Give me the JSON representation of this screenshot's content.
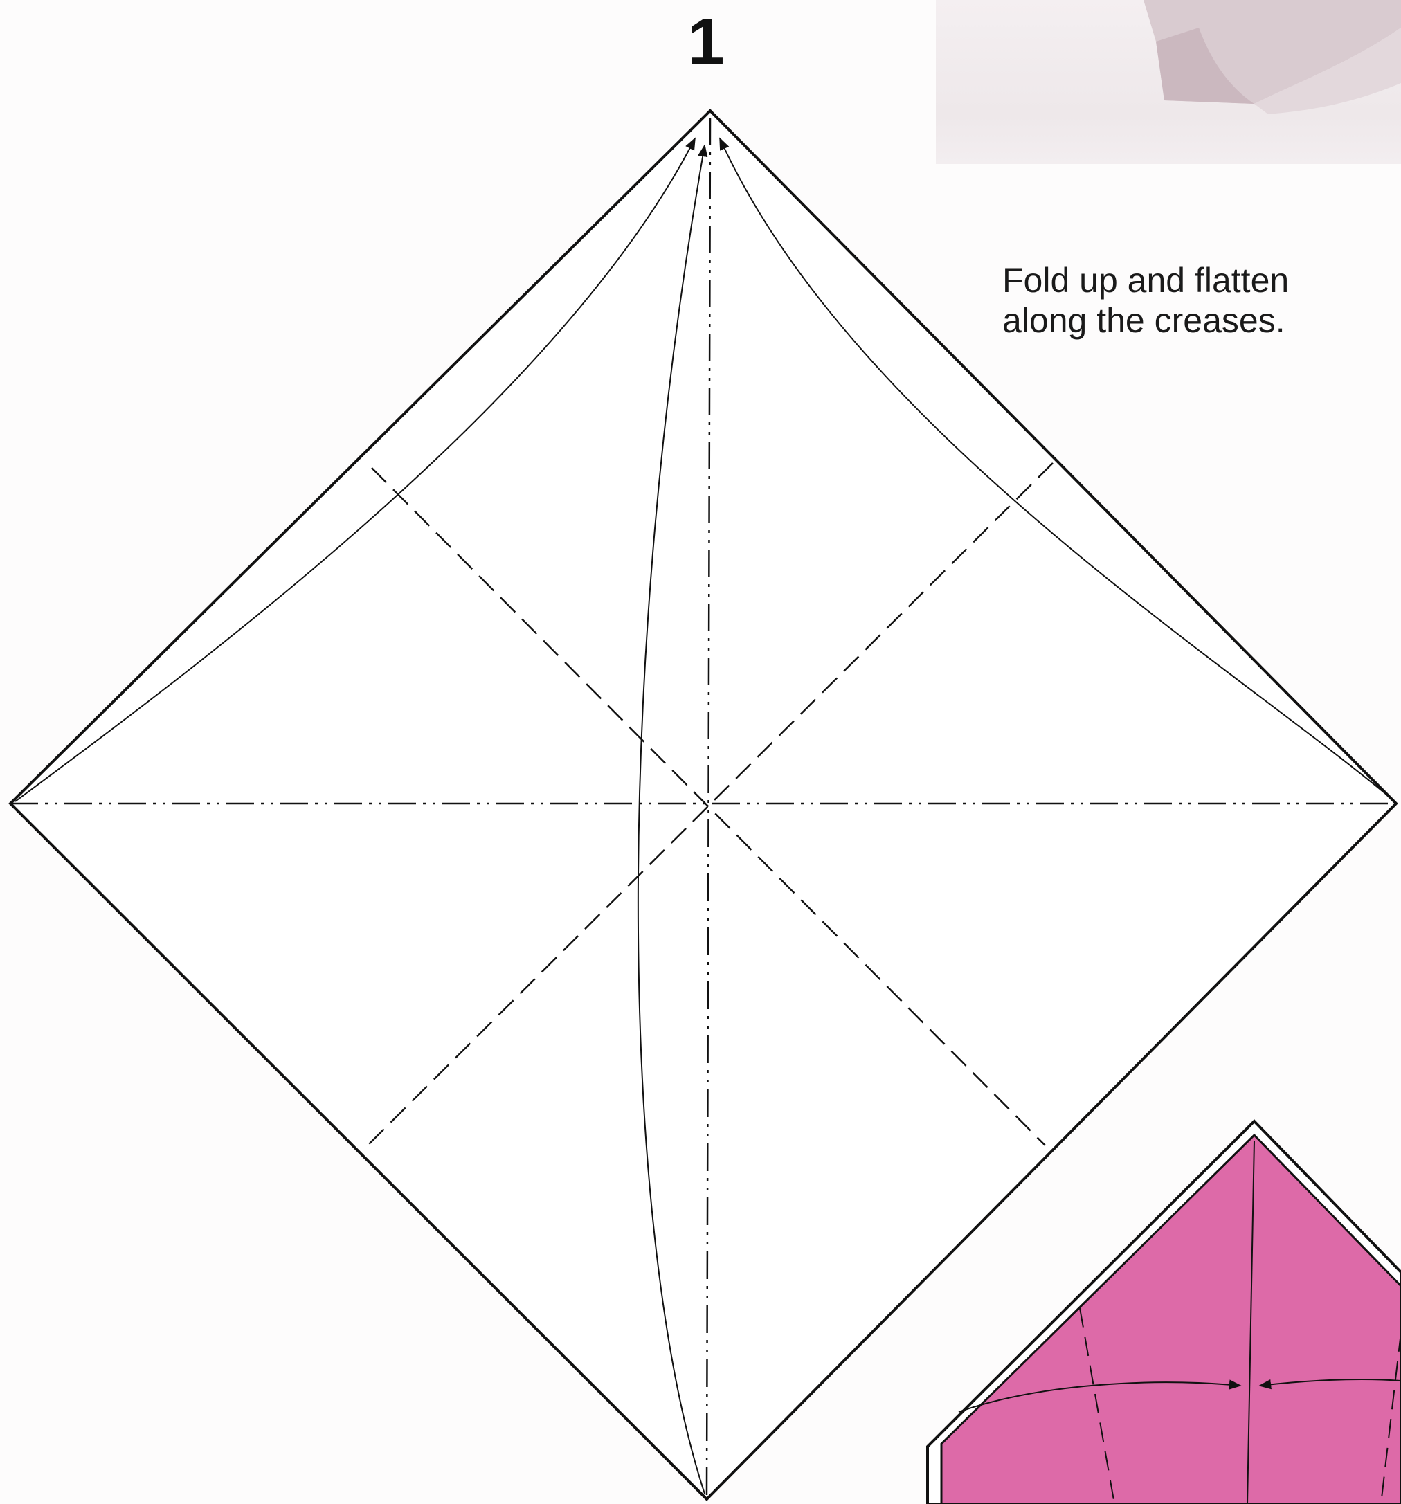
{
  "step": {
    "number": "1"
  },
  "instruction": {
    "line1": "Fold up and flatten",
    "line2": "along the creases."
  },
  "colors": {
    "paper_white": "#ffffff",
    "ink": "#111111",
    "pink_paper": "#dd6aa8",
    "photo_bg": "#efe9eb"
  },
  "icons": {
    "fold_arrow": "arrowhead-icon"
  }
}
